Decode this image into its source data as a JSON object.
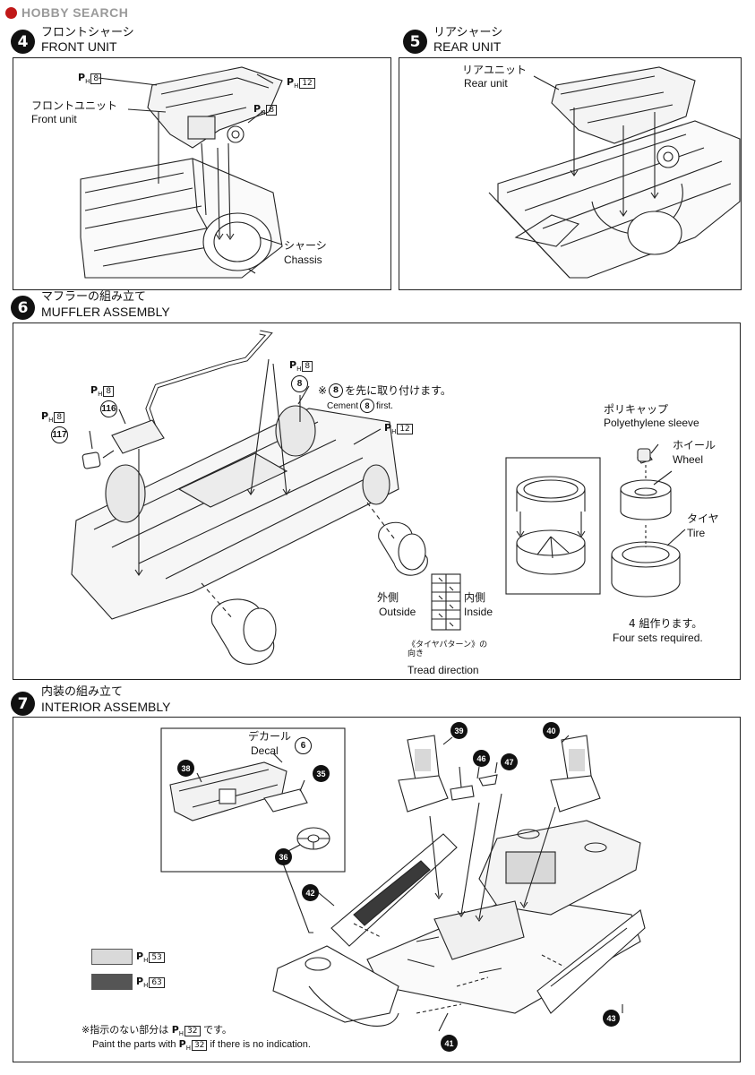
{
  "watermark": "HOBBY SEARCH",
  "step4": {
    "num": "4",
    "jp": "フロントシャーシ",
    "en": "FRONT UNIT",
    "ph1": "8",
    "ph2": "12",
    "ph3": "8",
    "unit_jp": "フロントユニット",
    "unit_en": "Front unit",
    "chassis_jp": "シャーシ",
    "chassis_en": "Chassis"
  },
  "step5": {
    "num": "5",
    "jp": "リアシャーシ",
    "en": "REAR UNIT",
    "unit_jp": "リアユニット",
    "unit_en": "Rear unit"
  },
  "step6": {
    "num": "6",
    "jp": "マフラーの組み立て",
    "en": "MUFFLER ASSEMBLY",
    "ph_a": "8",
    "ph_b": "8",
    "ph_c": "8",
    "ph_d": "12",
    "part8": "8",
    "part116": "116",
    "part117": "117",
    "note_prefix": "※",
    "note_jp": "を先に取り付けます。",
    "note_en_prefix": "Cement",
    "note_en_suffix": "first.",
    "poly_jp": "ポリキャップ",
    "poly_en": "Polyethylene sleeve",
    "wheel_jp": "ホイール",
    "wheel_en": "Wheel",
    "tire_jp": "タイヤ",
    "tire_en": "Tire",
    "outside_jp": "外側",
    "outside_en": "Outside",
    "inside_jp": "内側",
    "inside_en": "Inside",
    "tread_jp": "《タイヤパターン》の向き",
    "tread_en": "Tread direction",
    "sets_jp": "4 組作ります。",
    "sets_en": "Four sets required."
  },
  "step7": {
    "num": "7",
    "jp": "内装の組み立て",
    "en": "INTERIOR ASSEMBLY",
    "decal_jp": "デカール",
    "decal_en": "Decal",
    "decal_no": "6",
    "p35": "35",
    "p36": "36",
    "p38": "38",
    "p39": "39",
    "p40": "40",
    "p41": "41",
    "p42": "42",
    "p43": "43",
    "p46": "46",
    "p47": "47",
    "legend": [
      {
        "code": "53",
        "color": "#d9d9d9"
      },
      {
        "code": "63",
        "color": "#555555"
      }
    ],
    "foot_jp_a": "※指示のない部分は",
    "foot_code": "32",
    "foot_jp_b": "です。",
    "foot_en_a": "Paint the parts with",
    "foot_en_b": "if there is no indication."
  }
}
